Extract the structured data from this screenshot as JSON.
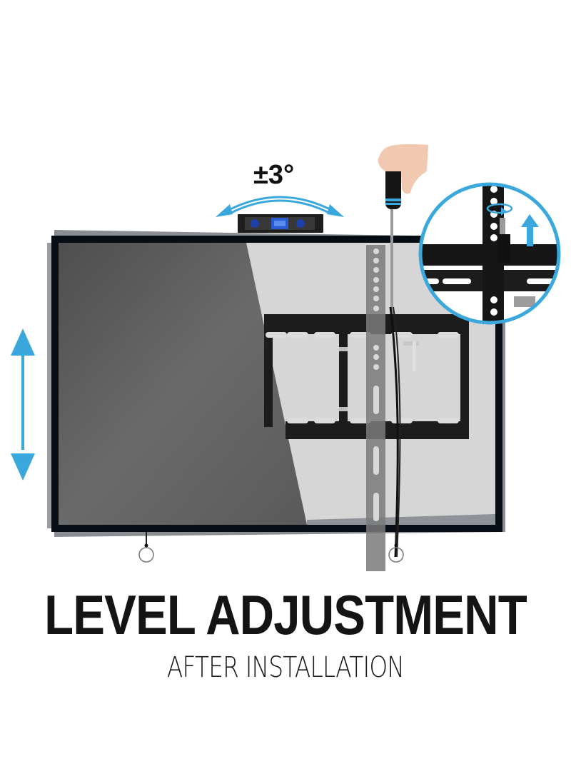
{
  "illustration": {
    "tilt_label": "±3°",
    "colors": {
      "accent_blue": "#3aa8dd",
      "tv_bezel": "#070d14",
      "screen_dark": "#5c5c5c",
      "screen_light": "#d6d6d6",
      "mount_black": "#1c1c1c"
    },
    "icons": [
      "level-tool-icon",
      "screwdriver-icon",
      "vertical-adjust-arrow-icon",
      "rotate-arrow-icon",
      "up-arrow-icon",
      "magnifier-circle"
    ]
  },
  "caption": {
    "title": "LEVEL ADJUSTMENT",
    "subtitle": "AFTER INSTALLATION"
  }
}
